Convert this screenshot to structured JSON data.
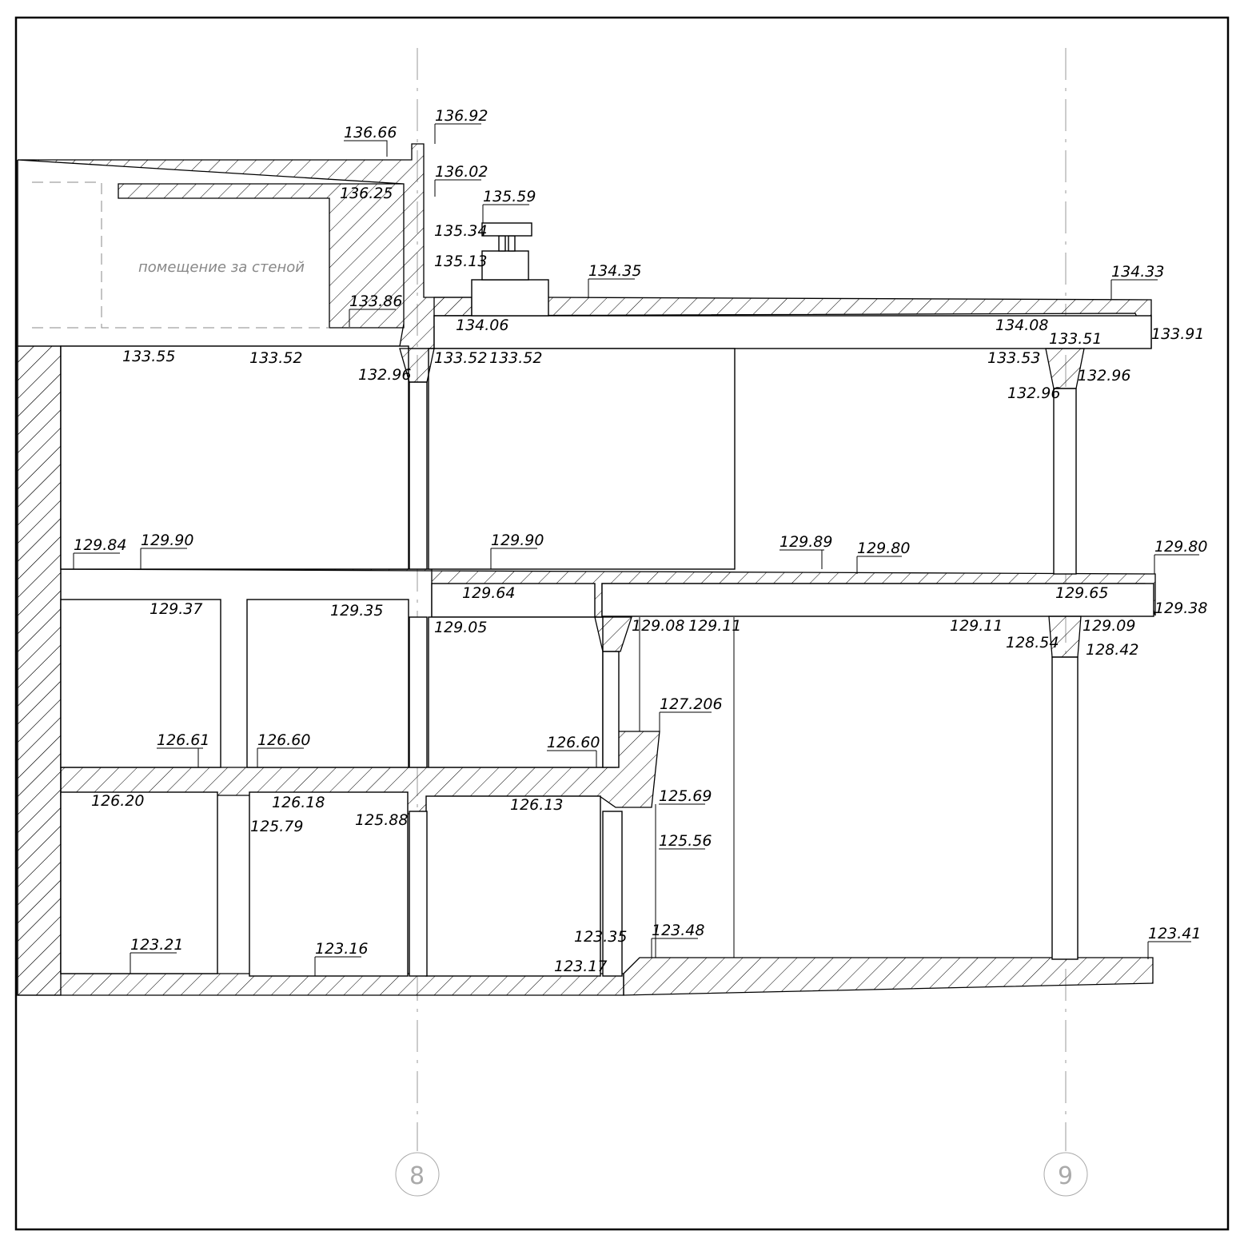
{
  "drawing": {
    "room_label": "помещение за стеной",
    "axes": [
      {
        "id": "axis-8",
        "label": "8"
      },
      {
        "id": "axis-9",
        "label": "9"
      }
    ],
    "levels": {
      "l1": "136.66",
      "l2": "136.92",
      "l3": "136.02",
      "l4": "136.25",
      "l5": "135.59",
      "l6": "135.34",
      "l7": "135.13",
      "l8": "134.35",
      "l9": "134.33",
      "l10": "133.86",
      "l11": "134.06",
      "l12": "134.08",
      "l13": "133.91",
      "l14": "133.55",
      "l15": "133.52",
      "l16": "133.52",
      "l17": "133.52",
      "l18": "133.53",
      "l19": "133.51",
      "l20": "132.96",
      "l21": "132.96",
      "l22": "132.96",
      "l23": "129.84",
      "l24": "129.90",
      "l25": "129.90",
      "l26": "129.89",
      "l27": "129.80",
      "l28": "129.80",
      "l29": "129.37",
      "l30": "129.35",
      "l31": "129.64",
      "l32": "129.65",
      "l33": "129.38",
      "l34": "129.05",
      "l35": "129.08",
      "l36": "129.11",
      "l37": "129.11",
      "l38": "129.09",
      "l39": "128.54",
      "l40": "128.42",
      "l41": "127.206",
      "l42": "126.61",
      "l43": "126.60",
      "l44": "126.60",
      "l45": "126.20",
      "l46": "126.18",
      "l47": "125.79",
      "l48": "125.88",
      "l49": "126.13",
      "l50": "125.69",
      "l51": "125.56",
      "l52": "123.21",
      "l53": "123.16",
      "l54": "123.35",
      "l55": "123.17",
      "l56": "123.48",
      "l57": "123.41"
    }
  }
}
